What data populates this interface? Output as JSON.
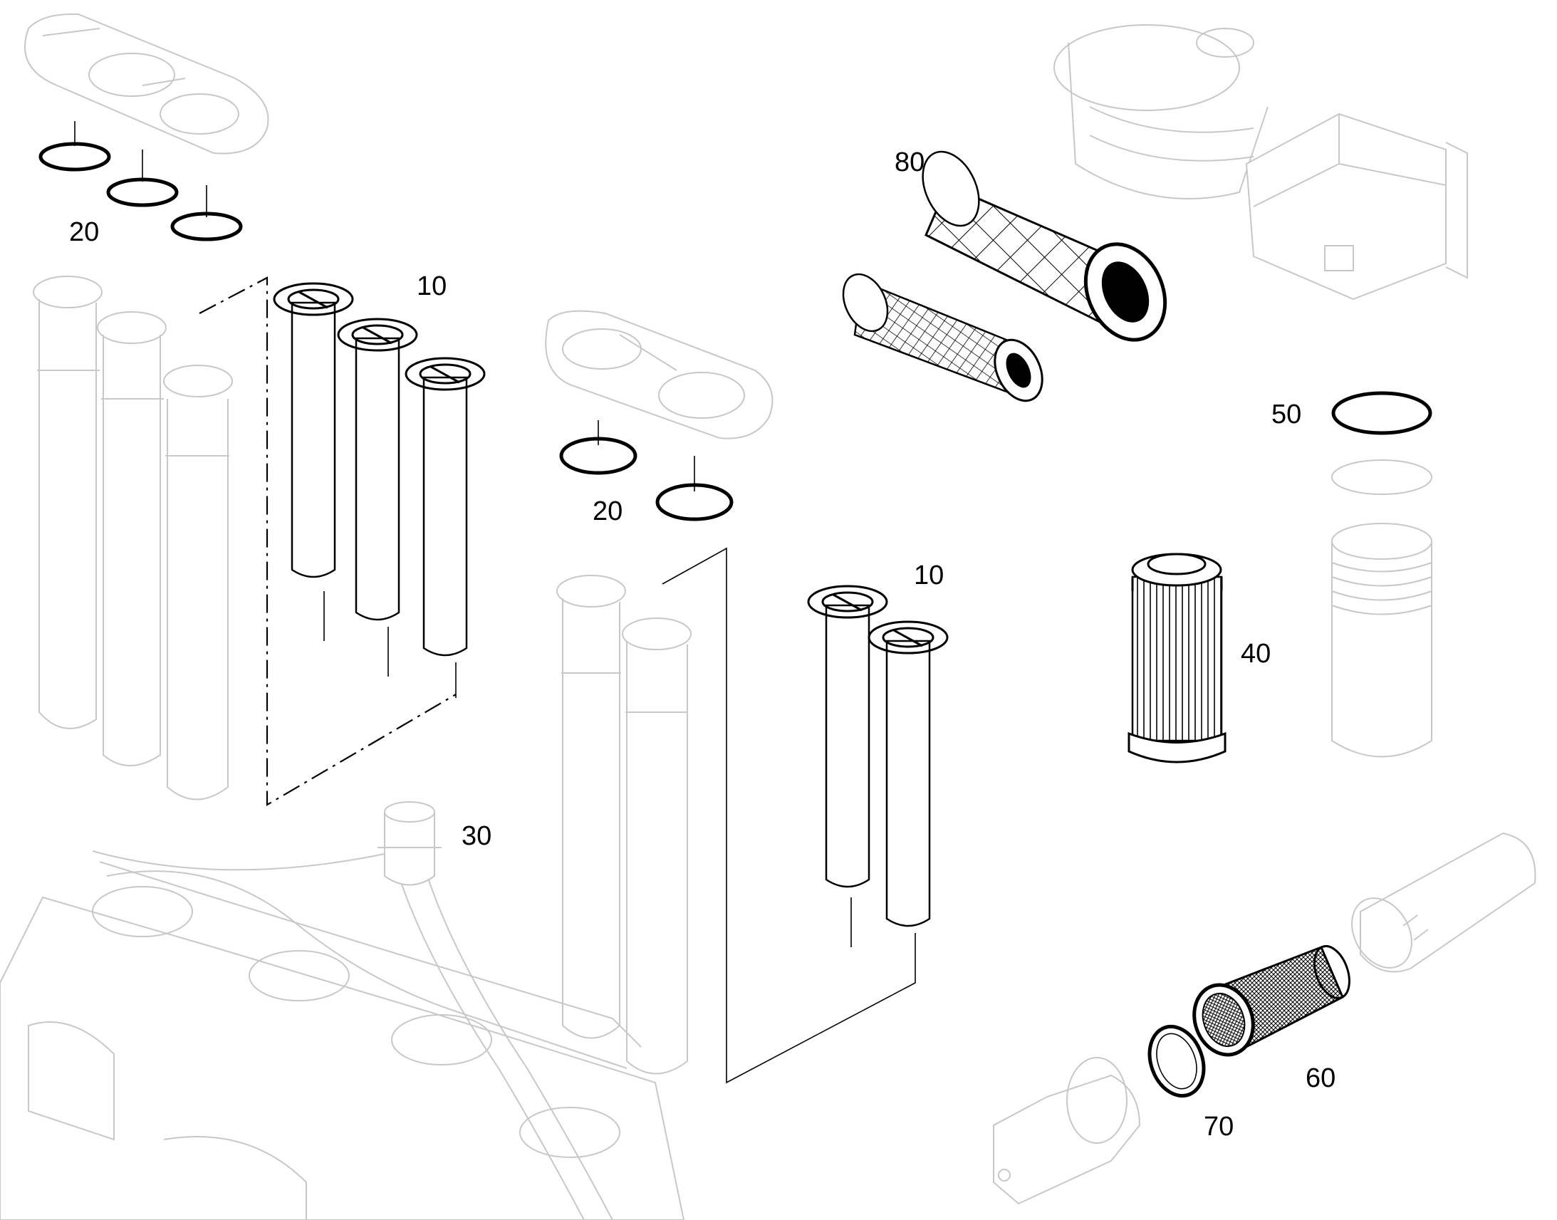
{
  "callouts": [
    {
      "id": "top-left-seal-set",
      "text": "20"
    },
    {
      "id": "top-left-element-set",
      "text": "10"
    },
    {
      "id": "center-seal-set",
      "text": "20"
    },
    {
      "id": "center-element-set",
      "text": "10"
    },
    {
      "id": "fitting",
      "text": "30"
    },
    {
      "id": "hydraulic-filter",
      "text": "40"
    },
    {
      "id": "bowl-seal",
      "text": "50"
    },
    {
      "id": "strainer",
      "text": "60"
    },
    {
      "id": "strainer-gasket",
      "text": "70"
    },
    {
      "id": "air-filter",
      "text": "80"
    }
  ],
  "colors": {
    "ink": "#000000",
    "ghost_context": "#c8c8c8",
    "background": "#ffffff"
  }
}
